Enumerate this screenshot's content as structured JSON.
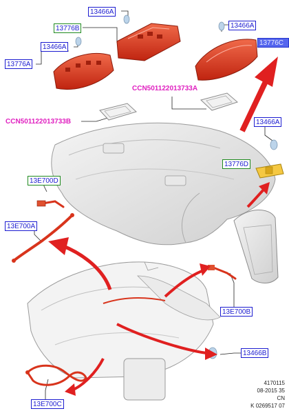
{
  "labels": {
    "l1": "13466A",
    "l2": "13776B",
    "l3": "13466A",
    "l4": "13776A",
    "l5": "13466A",
    "l6": "13776C",
    "l7": "13466A",
    "l8": "13776D",
    "l9": "13E700D",
    "l10": "13E700A",
    "l11": "13E700B",
    "l12": "13466B",
    "l13": "13E700C"
  },
  "callouts": {
    "ccn_a": "CCN501122013733A",
    "ccn_b": "CCN501122013733B"
  },
  "meta": {
    "line1": "4170115",
    "line2": "08-2015 35",
    "line3": "CN",
    "line4": "K 0269517 07"
  },
  "colors": {
    "highlight_part": "#d8341c",
    "arrow": "#e02020",
    "label_border_blue": "#1a1ad0",
    "label_border_green": "#1f8a1f",
    "callout_text": "#e020c0"
  }
}
